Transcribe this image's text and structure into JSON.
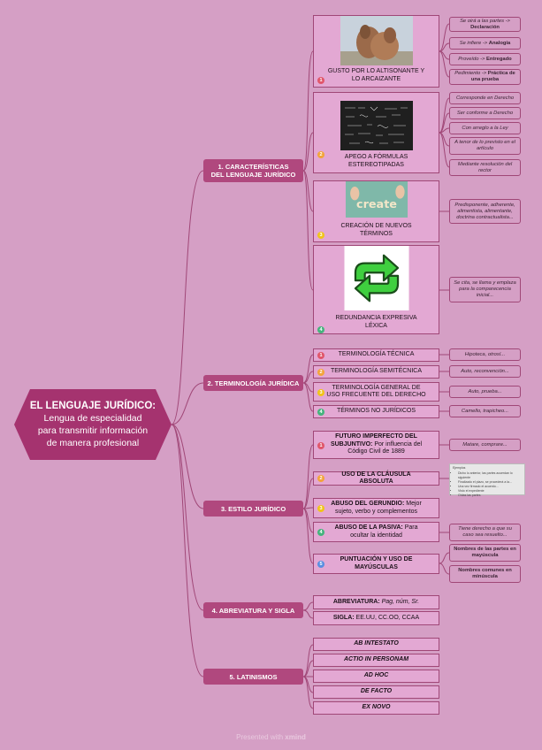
{
  "central": {
    "title": "EL LENGUAJE JURÍDICO:",
    "subtitle_lines": [
      "Lengua de especialidad",
      "para transmitir información",
      "de manera profesional"
    ]
  },
  "branches": {
    "b1": {
      "label": "1. CARACTERÍSTICAS DEL LENGUAJE JURÍDICO",
      "items": [
        {
          "num": "1",
          "label": "GUSTO POR LO ALTISONANTE Y LO ARCAIZANTE",
          "image": "dog-statue-photo"
        },
        {
          "num": "2",
          "label": "APEGO A FÓRMULAS ESTEREOTIPADAS",
          "image": "chalkboard-formulas"
        },
        {
          "num": "3",
          "label": "CREACIÓN DE NUEVOS TÉRMINOS",
          "image": "create-letters-photo",
          "image_text": "create"
        },
        {
          "num": "4",
          "label": "REDUNDANCIA EXPRESIVA LÉXICA",
          "image": "refresh-arrows-icon"
        }
      ],
      "leaves1": [
        {
          "pre": "Se oirá a las partes -> ",
          "bold": "Declaración"
        },
        {
          "pre": "Se infiere -> ",
          "bold": "Analogía"
        },
        {
          "pre": "Proveído -> ",
          "bold": "Entregado"
        },
        {
          "pre": "Pedimiento -> ",
          "bold": "Práctica de una prueba"
        }
      ],
      "leaves2": [
        "Corresponde en Derecho",
        "Ser conforme a Derecho",
        "Con arreglo a la Ley",
        "A tenor de lo previsto en el artículo",
        "Mediante resolución del rector"
      ],
      "leaf3": "Predisponente, adherente, alimentista, alimentante, doctrina contractualista...",
      "leaf4": "Se cita, se llama y emplaza para la comparecencia inicial..."
    },
    "b2": {
      "label": "2. TERMINOLOGÍA JURÍDICA",
      "items": [
        {
          "num": "1",
          "label": "TERMINOLOGÍA TÉCNICA",
          "leaf": "Hipoteca, otrosí..."
        },
        {
          "num": "2",
          "label": "TERMINOLOGÍA SEMITÉCNICA",
          "leaf": "Auto, reconvención..."
        },
        {
          "num": "3",
          "label": "TERMINOLOGÍA GENERAL DE USO FRECUENTE DEL DERECHO",
          "leaf": "Auto, prueba..."
        },
        {
          "num": "4",
          "label": "TÉRMINOS NO JURÍDICOS",
          "leaf": "Camello, trapicheo..."
        }
      ]
    },
    "b3": {
      "label": "3. ESTILO JURÍDICO",
      "items": [
        {
          "num": "1",
          "bold": "FUTURO IMPERFECTO DEL SUBJUNTIVO:",
          "rest": " Por influencia del Código Civil de 1889",
          "leaf": "Matare, comprare..."
        },
        {
          "num": "2",
          "bold": "USO DE LA CLÁUSULA ABSOLUTA",
          "rest": ""
        },
        {
          "num": "3",
          "bold": "ABUSO DEL GERUNDIO:",
          "rest": " Mejor sujeto, verbo y complementos"
        },
        {
          "num": "4",
          "bold": "ABUSO DE LA PASIVA:",
          "rest": " Para ocultar la identidad",
          "leaf": "Tiene derecho a que su caso sea resuelto..."
        },
        {
          "num": "5",
          "bold": "PUNTUACIÓN Y USO DE MAYÚSCULAS",
          "rest": ""
        }
      ],
      "note": {
        "title": "Ejemplos",
        "items": [
          "Dicho lo anterior, las partes acuerdan lo siguiente",
          "Finalizado el plazo, se procederá a la...",
          "Una vez firmado el acuerdo...",
          "Visto el expediente",
          "Oídas las partes"
        ]
      },
      "caps_leaves": [
        "Nombres de las partes en mayúscula",
        "Nombres comunes en minúscula"
      ]
    },
    "b4": {
      "label": "4. ABREVIATURA Y SIGLA",
      "items": [
        {
          "bold": "ABREVIATURA:",
          "rest": " Pag, núm, Sr."
        },
        {
          "bold": "SIGLA:",
          "rest": " EE.UU, CC.OO, CCAA"
        }
      ]
    },
    "b5": {
      "label": "5. LATINISMOS",
      "items": [
        "AB INTESTATO",
        "ACTIO IN PERSONAM",
        "AD HOC",
        "DE FACTO",
        "EX NOVO"
      ]
    }
  },
  "footer": {
    "pre": "Presented with ",
    "brand": "xmind"
  },
  "colors": {
    "background": "#d59fc5",
    "central": "#a5336f",
    "main": "#b0487e",
    "sub": "#e3a8d3",
    "line": "#a04777"
  }
}
